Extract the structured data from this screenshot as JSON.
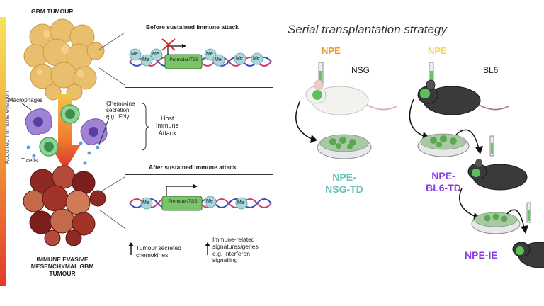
{
  "left_panel": {
    "gradient_label": "Acquired immune evasion",
    "top_tumour_label": "GBM TUMOUR",
    "before_title": "Before sustained immune attack",
    "after_title": "After sustained immune attack",
    "promoter_label": "Promoter/TSS",
    "methyl_label": "Me",
    "macrophages_label": "Macrophages",
    "tcells_label": "T cells",
    "chemokine_label": [
      "Chemokine",
      "secretion",
      "e.g. IFNγ"
    ],
    "host_attack_label": [
      "Host",
      "Immune",
      "Attack"
    ],
    "bottom_tumour_label": [
      "IMMUNE EVASIVE",
      "MESENCHYMAL GBM",
      "TUMOUR"
    ],
    "tumour_chemokines": [
      "Tumour secreted",
      "chemokines"
    ],
    "immune_signatures": [
      "Immune-related",
      "signatures/genes",
      "e.g. Interferon",
      "signalling"
    ]
  },
  "right_panel": {
    "title": "Serial transplantation strategy",
    "npe_left": "NPE",
    "npe_right": "NPE",
    "strain_left": "NSG",
    "strain_right": "BL6",
    "line_nsg": [
      "NPE-",
      "NSG-TD"
    ],
    "line_bl6": [
      "NPE-",
      "BL6-TD"
    ],
    "line_ie": "NPE-IE"
  },
  "colors": {
    "green_text": "#69c1b8",
    "purple_text": "#8a3de0",
    "npe_orange": "#f09a2a",
    "npe_yellow": "#f5d563",
    "gradient_top": "#f7e45b",
    "gradient_bottom": "#e23a2a"
  }
}
